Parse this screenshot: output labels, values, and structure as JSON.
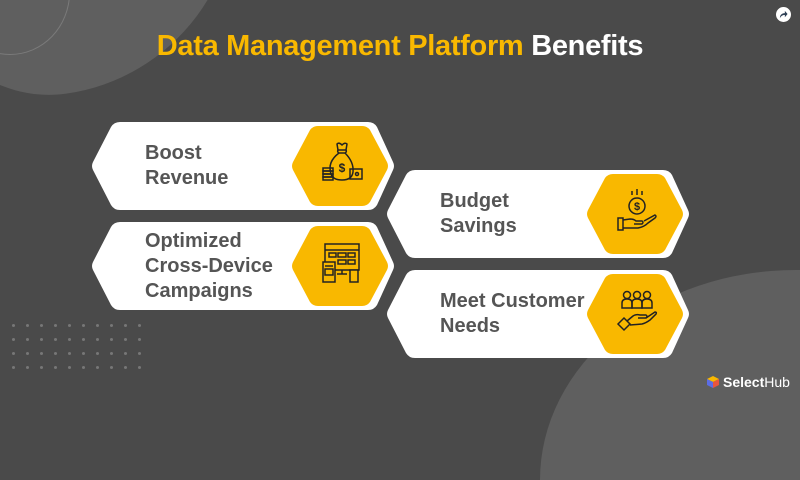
{
  "title": {
    "highlight": "Data Management Platform",
    "rest": " Benefits"
  },
  "colors": {
    "background": "#4a4a4a",
    "accent_yellow": "#f9b800",
    "card_white": "#ffffff",
    "label_gray": "#555555"
  },
  "share_button": {
    "icon": "share-arrow-icon"
  },
  "benefits": [
    {
      "label_line1": "Boost",
      "label_line2": "Revenue",
      "label_line3": "",
      "icon": "money-bag-icon"
    },
    {
      "label_line1": "Optimized",
      "label_line2": "Cross-Device",
      "label_line3": "Campaigns",
      "icon": "multi-device-icon"
    },
    {
      "label_line1": "Budget",
      "label_line2": "Savings",
      "label_line3": "",
      "icon": "hand-coin-icon"
    },
    {
      "label_line1": "Meet Customer",
      "label_line2": "Needs",
      "label_line3": "",
      "icon": "hand-people-icon"
    }
  ],
  "brand": {
    "part1": "Select",
    "part2": "Hub"
  }
}
